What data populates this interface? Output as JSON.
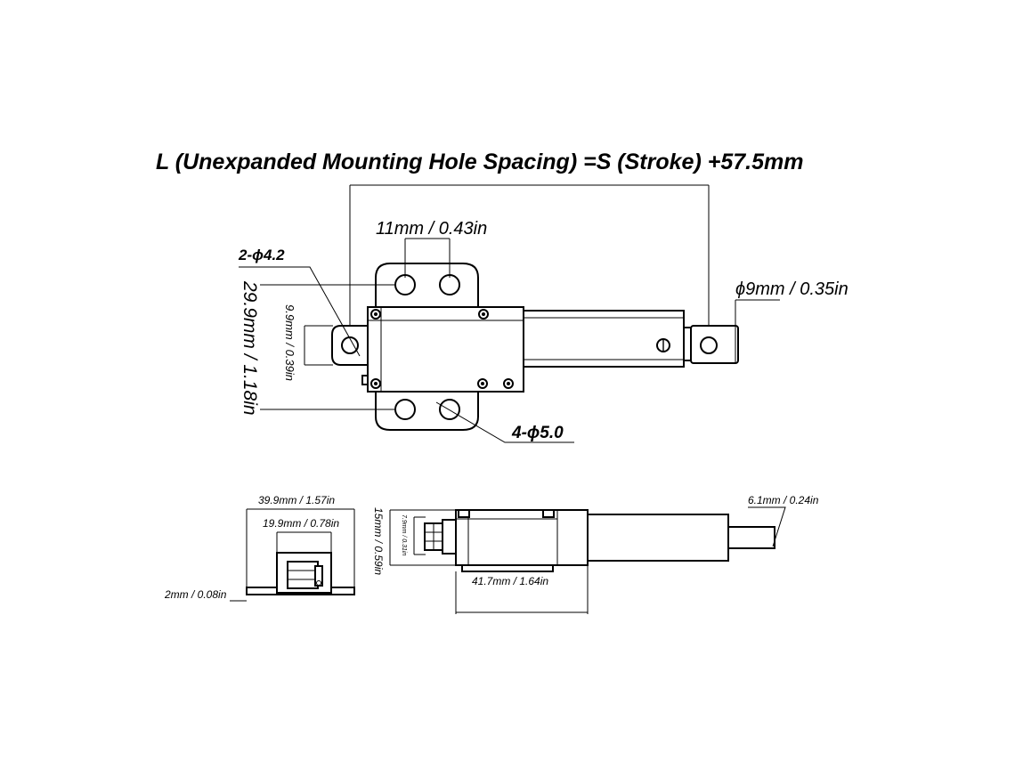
{
  "title": "L (Unexpanded Mounting Hole Spacing) =S (Stroke) +57.5mm",
  "top_view": {
    "hole_spacing": "11mm / 0.43in",
    "hole_small": "2-ϕ4.2",
    "rod_end_hole": "ϕ9mm / 0.35in",
    "total_width": "29.9mm / 1.18in",
    "clevis_width": "9.9mm / 0.39in",
    "holes_large": "4-ϕ5.0"
  },
  "end_view": {
    "outer_width": "39.9mm / 1.57in",
    "inner_width": "19.9mm / 0.78in",
    "flange_thickness": "2mm / 0.08in"
  },
  "side_view": {
    "height": "15mm / 0.59in",
    "clevis_height": "7.9mm / 0.31in",
    "body_length": "41.7mm / 1.64in",
    "rod_diameter": "6.1mm / 0.24in"
  }
}
